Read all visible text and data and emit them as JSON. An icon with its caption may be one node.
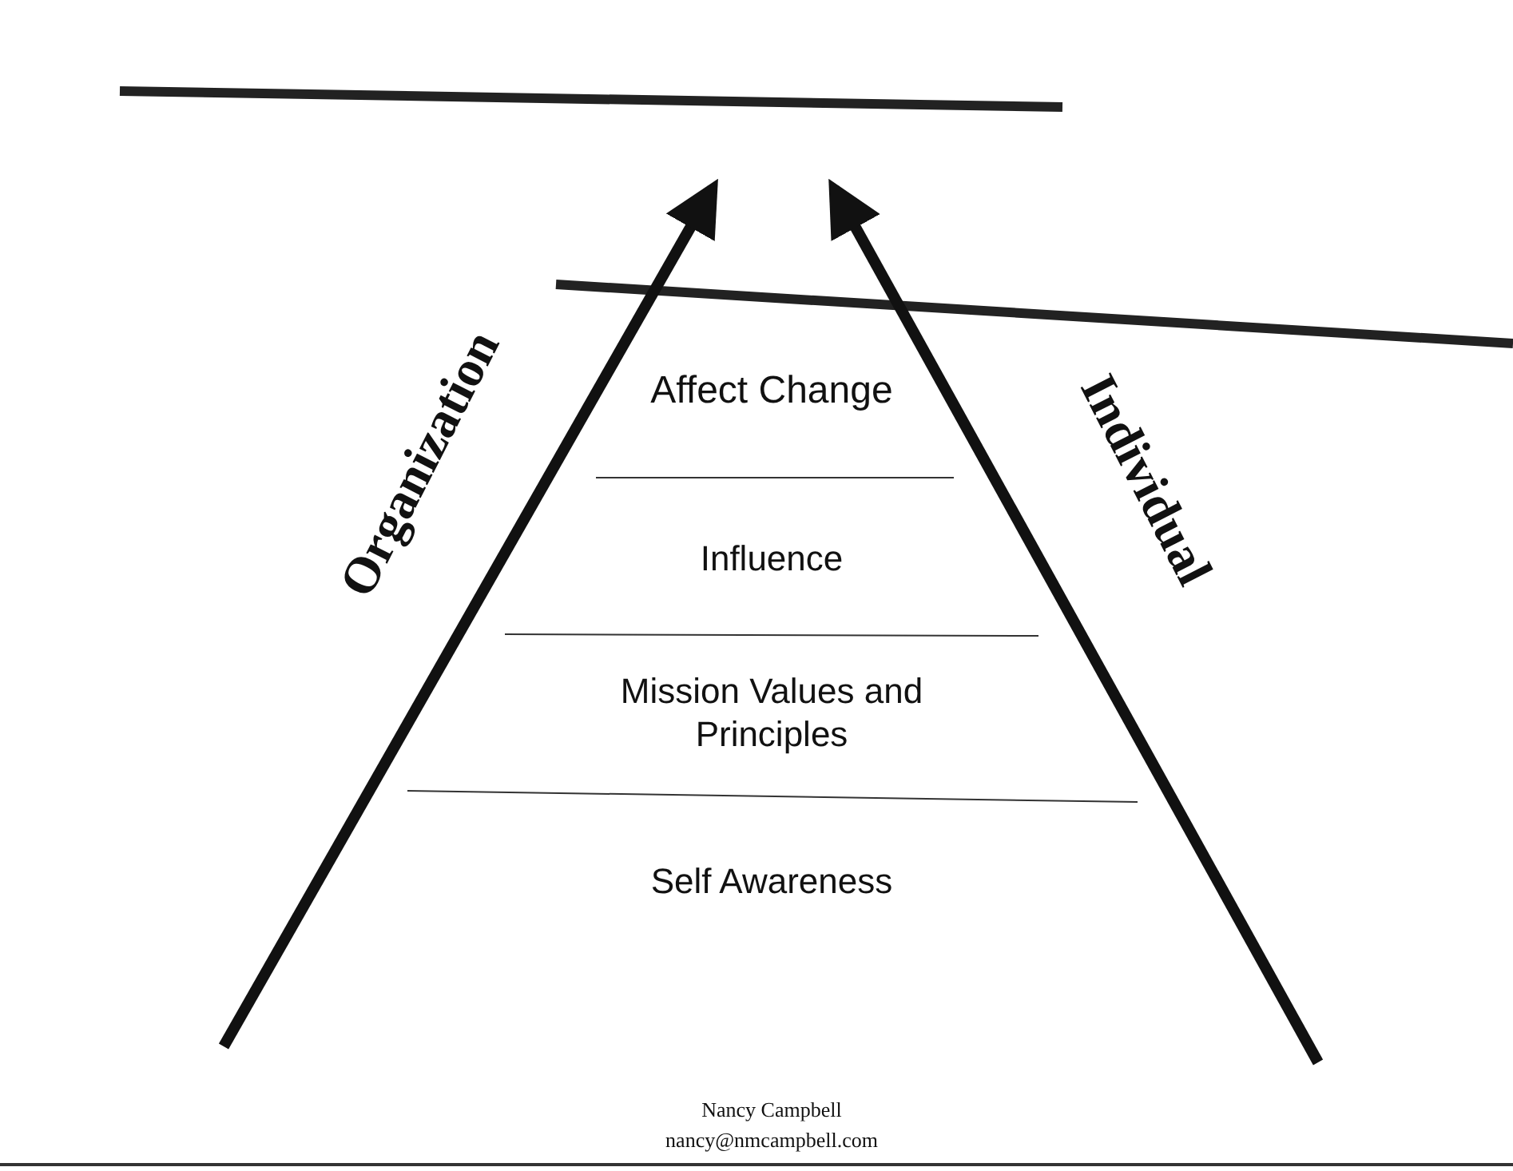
{
  "diagram": {
    "labels": [
      "Organization",
      "Affect Change",
      "Individual",
      "Influence",
      "Mission Values and Principles",
      "Self Awareness",
      "Nancy Campbell",
      "nancy@nmcampbell.com"
    ]
  }
}
